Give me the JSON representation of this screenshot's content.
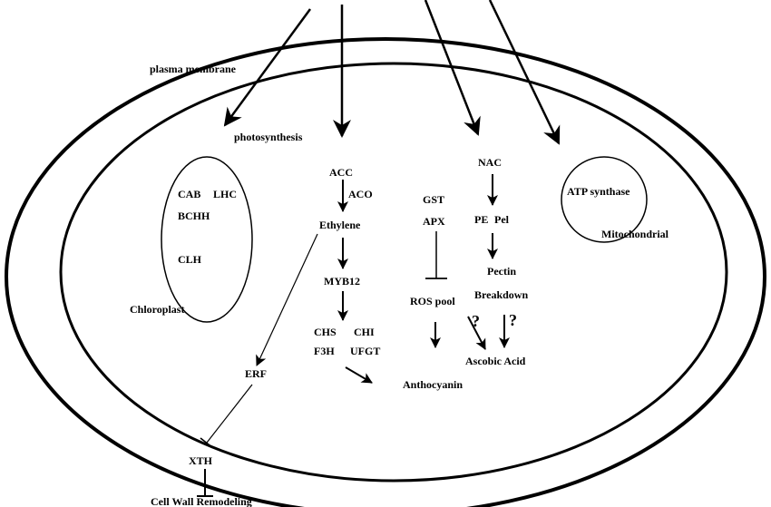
{
  "labels": {
    "plasma_membrane": "plasma membrane",
    "photosynthesis": "photosynthesis",
    "chloroplast": "Chloroplast",
    "cab": "CAB",
    "lhc": "LHC",
    "bchh": "BCHH",
    "clh": "CLH",
    "acc": "ACC",
    "aco": "ACO",
    "ethylene": "Ethylene",
    "myb12": "MYB12",
    "chs": "CHS",
    "chi": "CHI",
    "f3h": "F3H",
    "ufgt": "UFGT",
    "anthocyanin": "Anthocyanin",
    "erf": "ERF",
    "xth": "XTH",
    "cell_wall": "Cell Wall Remodeling",
    "gst": "GST",
    "apx": "APX",
    "ros_pool": "ROS pool",
    "nac": "NAC",
    "pe": "PE",
    "pel": "Pel",
    "pectin": "Pectin",
    "breakdown": "Breakdown",
    "q1": "?",
    "q2": "?",
    "ascobic_acid": "Ascobic Acid",
    "atp_synthase": "ATP synthase",
    "mitochondrial": "Mitochondrial"
  }
}
